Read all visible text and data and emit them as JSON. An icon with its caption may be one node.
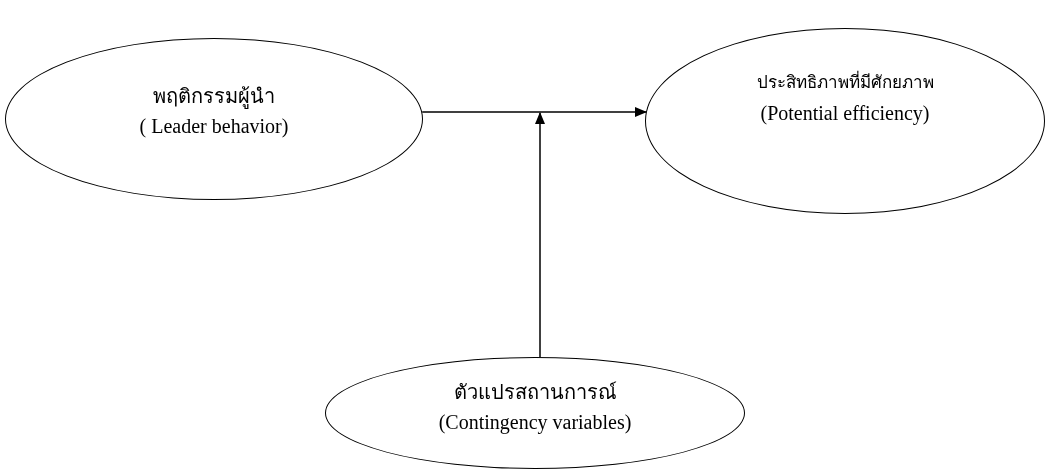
{
  "diagram": {
    "nodes": [
      {
        "text": [
          "พฤติกรรมผู้นำ",
          "( Leader behavior)"
        ]
      },
      {
        "text": [
          "ประสิทธิภาพที่มีศักยภาพ",
          "(Potential efficiency)"
        ]
      },
      {
        "text": [
          "ตัวแปรสถานการณ์",
          "(Contingency variables)"
        ]
      }
    ],
    "edges": [
      {
        "from": 0,
        "to": 1,
        "arrow": "to"
      },
      {
        "from": 2,
        "to": null,
        "arrow": "to"
      }
    ]
  }
}
